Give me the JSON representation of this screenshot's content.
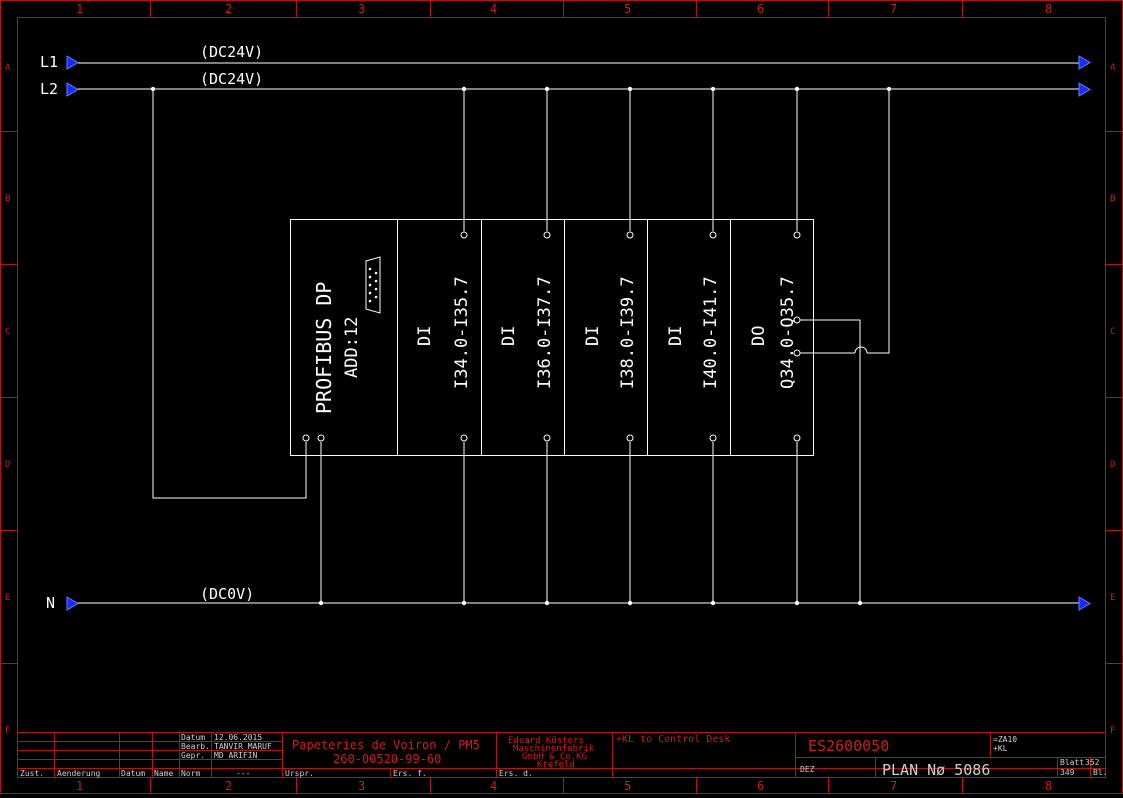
{
  "grid": {
    "columns": [
      "1",
      "2",
      "3",
      "4",
      "5",
      "6",
      "7",
      "8"
    ],
    "rows": [
      "A",
      "B",
      "C",
      "D",
      "E",
      "F"
    ]
  },
  "rails": {
    "l1": {
      "name": "L1",
      "voltage": "(DC24V)"
    },
    "l2": {
      "name": "L2",
      "voltage": "(DC24V)"
    },
    "n": {
      "name": "N",
      "voltage": "(DC0V)"
    }
  },
  "modules": {
    "profibus": {
      "title": "PROFIBUS DP",
      "address": "ADD:12"
    },
    "di1": {
      "type": "DI",
      "range": "I34.0-I35.7"
    },
    "di2": {
      "type": "DI",
      "range": "I36.0-I37.7"
    },
    "di3": {
      "type": "DI",
      "range": "I38.0-I39.7"
    },
    "di4": {
      "type": "DI",
      "range": "I40.0-I41.7"
    },
    "do1": {
      "type": "DO",
      "range": "Q34.0-Q35.7"
    }
  },
  "title_block": {
    "datum_label": "Datum",
    "datum_value": "12.06.2015",
    "bearb_label": "Bearb.",
    "bearb_value": "TANVIR MARUF",
    "gepr_label": "Gepr.",
    "gepr_value": "MD ARIFIN",
    "norm_label": "Norm",
    "norm_value": "---",
    "zust_label": "Zust.",
    "aenderung_label": "Aenderung",
    "datum2_label": "Datum",
    "name_label": "Name",
    "project_line1": "Papeteries de Voiron / PM5",
    "project_line2": "260-00520-99-60",
    "urspr_label": "Urspr.",
    "ers_f_label": "Ers. f.",
    "ers_d_label": "Ers. d.",
    "company_line1": "Eduard Küsters",
    "company_line2": "Maschinenfabrik",
    "company_line3": "GmbH & Co.KG",
    "company_line4": "Krefeld",
    "description": "+KL to Control Desk",
    "drawing_no": "ES2600050",
    "plan_label": "DEZ",
    "plan": "PLAN Nø 5086",
    "ref1": "=ZA10",
    "ref2": "+KL",
    "blatt_label": "Blatt",
    "blatt_value": "352",
    "sheets_value": "349",
    "bl_label": "Bl."
  }
}
